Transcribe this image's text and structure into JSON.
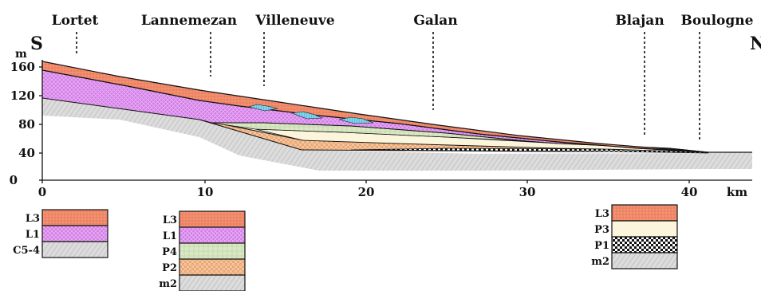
{
  "direction": {
    "south": "S",
    "north": "N"
  },
  "places": [
    "Lortet",
    "Lannemezan",
    "Villeneuve",
    "Galan",
    "Blajan",
    "Boulogne"
  ],
  "y_axis": {
    "unit": "m",
    "ticks": [
      "0",
      "40",
      "80",
      "120",
      "160"
    ]
  },
  "x_axis": {
    "unit": "km",
    "ticks": [
      "0",
      "10",
      "20",
      "30",
      "40"
    ]
  },
  "layers": {
    "L3": {
      "color": "#f08a6a",
      "pattern": "fine-dots"
    },
    "L1": {
      "color": "#d27be6",
      "pattern": "crosshatch"
    },
    "C5-4": {
      "color": "#dcdcdc",
      "pattern": "diagonal"
    },
    "P4": {
      "color": "#dbe8c6",
      "pattern": "grid"
    },
    "P3": {
      "color": "#fbf5dc",
      "pattern": "plain"
    },
    "P2": {
      "color": "#f5b98a",
      "pattern": "dots"
    },
    "P1": {
      "color": "#222222",
      "pattern": "checker"
    },
    "m2": {
      "color": "#d4d4d4",
      "pattern": "diagonal"
    },
    "lens": {
      "color": "#7fd3ea",
      "pattern": "hatch"
    }
  },
  "legends": [
    [
      "L3",
      "L1",
      "C5-4"
    ],
    [
      "L3",
      "L1",
      "P4",
      "P2",
      "m2"
    ],
    [
      "L3",
      "P3",
      "P1",
      "m2"
    ]
  ]
}
